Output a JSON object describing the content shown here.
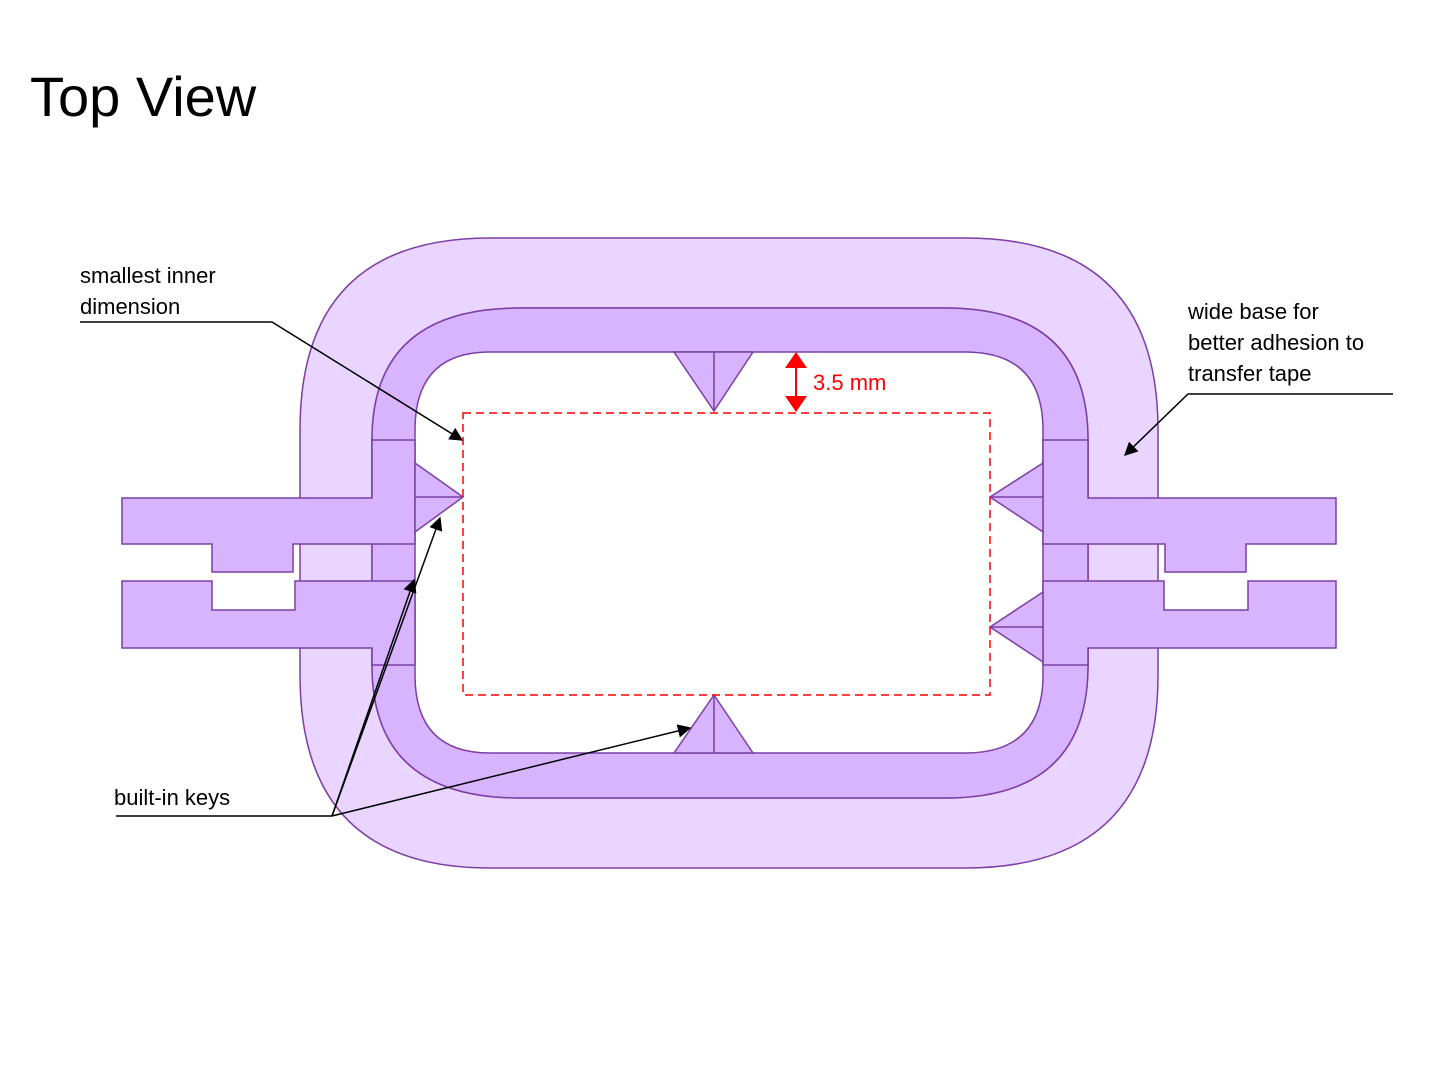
{
  "title": "Top View",
  "labels": {
    "smallest_inner": [
      "smallest inner",
      "dimension"
    ],
    "wide_base": [
      "wide base for",
      "better adhesion to",
      "transfer tape"
    ],
    "built_in_keys": "built-in keys"
  },
  "dimension": {
    "value": "3.5 mm"
  },
  "colors": {
    "outer_base": "#e9d5ff",
    "inner_wall": "#d8b4fe",
    "outline": "#7b3fa6",
    "dimension": "#ff0000",
    "leader": "#000000"
  }
}
